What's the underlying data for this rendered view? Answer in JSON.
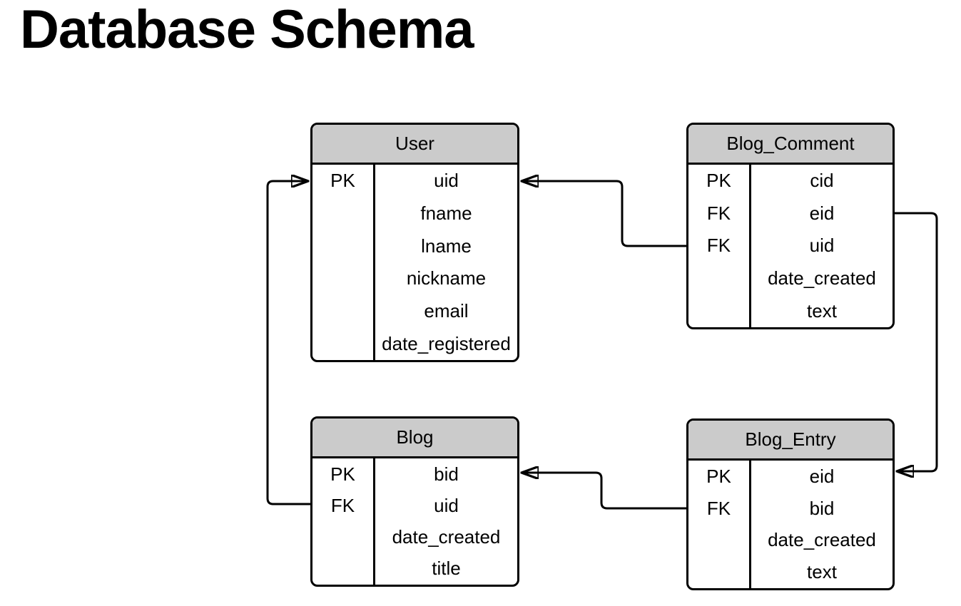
{
  "page": {
    "title": "Database Schema",
    "background": "#ffffff"
  },
  "colors": {
    "entity_header_fill": "#cbcbcb",
    "entity_border": "#000000",
    "connector": "#000000",
    "text": "#000000"
  },
  "entities": [
    {
      "name": "User",
      "rows": [
        {
          "key": "PK",
          "field": "uid"
        },
        {
          "key": "",
          "field": "fname"
        },
        {
          "key": "",
          "field": "lname"
        },
        {
          "key": "",
          "field": "nickname"
        },
        {
          "key": "",
          "field": "email"
        },
        {
          "key": "",
          "field": "date_registered"
        }
      ]
    },
    {
      "name": "Blog_Comment",
      "rows": [
        {
          "key": "PK",
          "field": "cid"
        },
        {
          "key": "FK",
          "field": "eid"
        },
        {
          "key": "FK",
          "field": "uid"
        },
        {
          "key": "",
          "field": "date_created"
        },
        {
          "key": "",
          "field": "text"
        }
      ]
    },
    {
      "name": "Blog",
      "rows": [
        {
          "key": "PK",
          "field": "bid"
        },
        {
          "key": "FK",
          "field": "uid"
        },
        {
          "key": "",
          "field": "date_created"
        },
        {
          "key": "",
          "field": "title"
        }
      ]
    },
    {
      "name": "Blog_Entry",
      "rows": [
        {
          "key": "PK",
          "field": "eid"
        },
        {
          "key": "FK",
          "field": "bid"
        },
        {
          "key": "",
          "field": "date_created"
        },
        {
          "key": "",
          "field": "text"
        }
      ]
    }
  ],
  "relationships": [
    {
      "from": "Blog_Comment.uid",
      "to": "User.uid"
    },
    {
      "from": "Blog.uid",
      "to": "User.uid"
    },
    {
      "from": "Blog_Comment.eid",
      "to": "Blog_Entry.eid"
    },
    {
      "from": "Blog_Entry.bid",
      "to": "Blog.bid"
    }
  ]
}
